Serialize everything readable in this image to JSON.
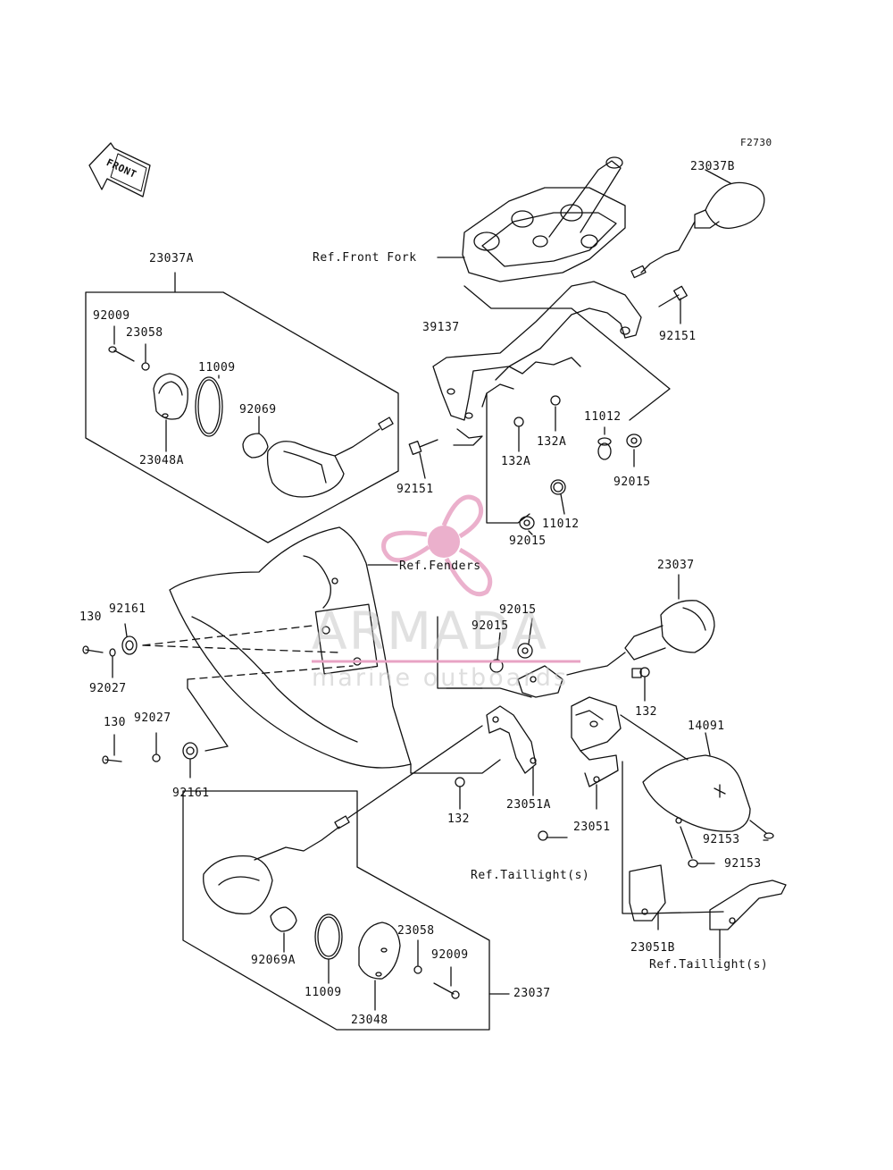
{
  "figure_code": "F2730",
  "front_arrow": {
    "label": "FRONT"
  },
  "watermark": {
    "brand": "ARMADA",
    "tagline": "marine outboards",
    "color": "#e8a3c4"
  },
  "labels": {
    "l_23037B": "23037B",
    "l_23037A": "23037A",
    "l_ref_front_fork": "Ref.Front Fork",
    "l_39137": "39137",
    "l_92009_top": "92009",
    "l_23058_top": "23058",
    "l_11009_top": "11009",
    "l_92069": "92069",
    "l_23048A": "23048A",
    "l_92151_right": "92151",
    "l_11012_right": "11012",
    "l_132A_right": "132A",
    "l_132A_left": "132A",
    "l_92015_right": "92015",
    "l_92151_left": "92151",
    "l_11012_mid": "11012",
    "l_92015_mid": "92015",
    "l_ref_fenders": "Ref.Fenders",
    "l_23037": "23037",
    "l_130_top": "130",
    "l_92161_top": "92161",
    "l_92015_a": "92015",
    "l_92015_b": "92015",
    "l_92027_top": "92027",
    "l_132_right": "132",
    "l_14091": "14091",
    "l_130_bot": "130",
    "l_92027_bot": "92027",
    "l_92161_bot": "92161",
    "l_132_bot": "132",
    "l_23051A": "23051A",
    "l_23051": "23051",
    "l_92153_a": "92153",
    "l_92153_b": "92153",
    "l_ref_taillight_1": "Ref.Taillight(s)",
    "l_23051B": "23051B",
    "l_ref_taillight_2": "Ref.Taillight(s)",
    "l_23058_bot": "23058",
    "l_92009_bot": "92009",
    "l_92069A": "92069A",
    "l_11009_bot": "11009",
    "l_23048": "23048",
    "l_23037_bot": "23037"
  }
}
